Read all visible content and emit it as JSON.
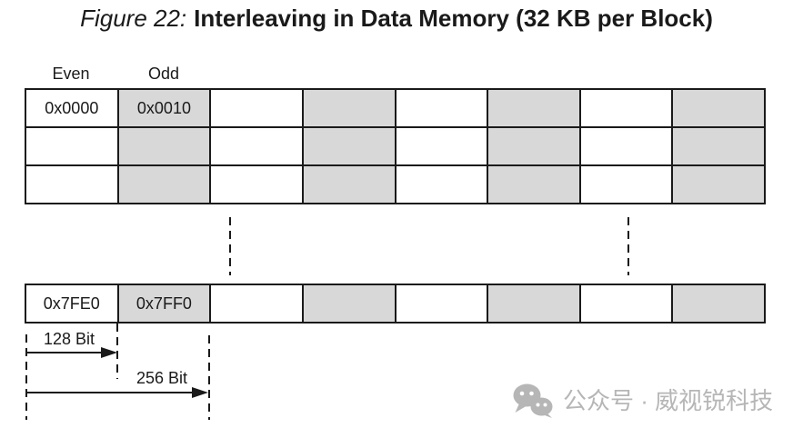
{
  "figure": {
    "label": "Figure 22:",
    "title": "Interleaving in Data Memory (32 KB per Block)"
  },
  "headers": {
    "even": "Even",
    "odd": "Odd"
  },
  "top_block": {
    "rows": [
      [
        "0x0000",
        "0x0010",
        "",
        "",
        "",
        "",
        "",
        ""
      ],
      [
        "",
        "",
        "",
        "",
        "",
        "",
        "",
        ""
      ],
      [
        "",
        "",
        "",
        "",
        "",
        "",
        "",
        ""
      ]
    ]
  },
  "bottom_block": {
    "rows": [
      [
        "0x7FE0",
        "0x7FF0",
        "",
        "",
        "",
        "",
        "",
        ""
      ]
    ]
  },
  "annotations": {
    "width_128": "128 Bit",
    "width_256": "256 Bit"
  },
  "watermark": {
    "icon": "wechat-icon",
    "text": "公众号 · 威视锐科技"
  },
  "colors": {
    "border": "#1a1a1a",
    "cell_even": "#ffffff",
    "cell_odd": "#d8d8d8",
    "watermark": "#b6b6b6"
  }
}
